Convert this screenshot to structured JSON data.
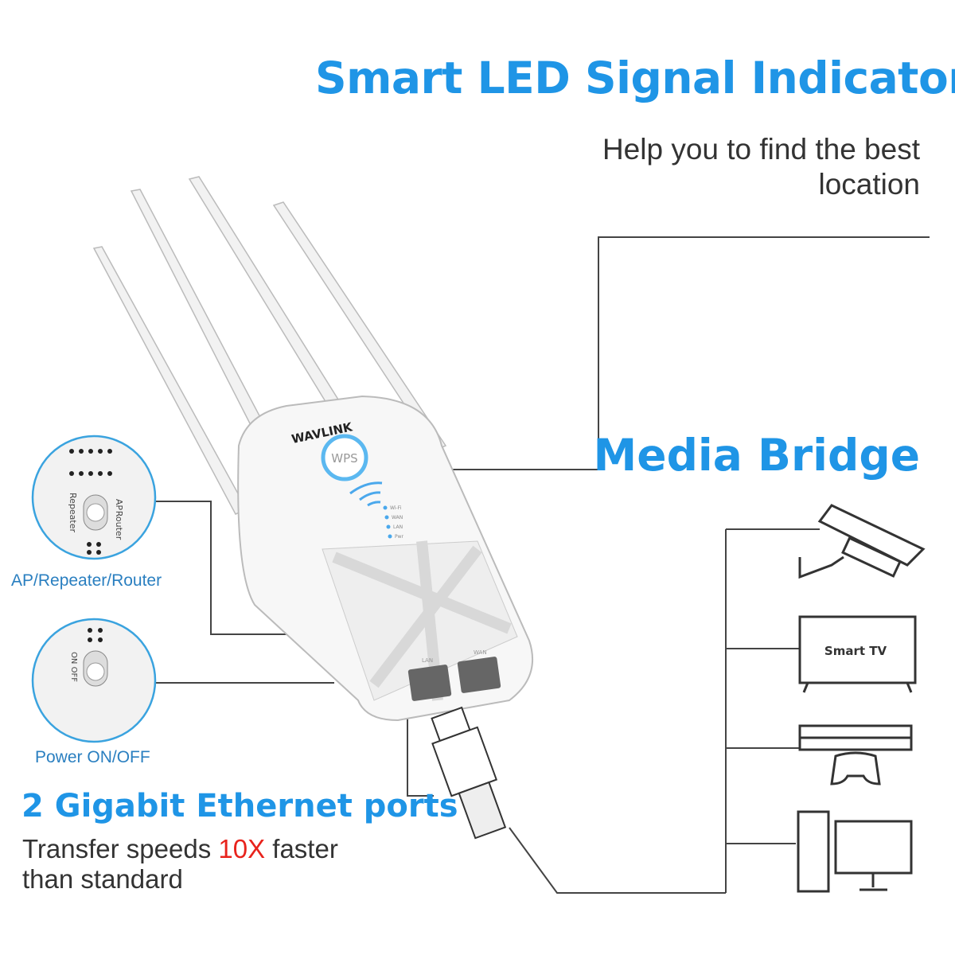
{
  "headline_led": "Smart LED Signal Indicator",
  "led_sub_line1": "Help you to find the best",
  "led_sub_line2": "location",
  "headline_bridge": "Media Bridge",
  "mode_switch_label": "AP/Repeater/Router",
  "power_label": "Power ON/OFF",
  "headline_ethernet": "2 Gigabit Ethernet ports",
  "ethernet_sub_pre": "Transfer speeds ",
  "ethernet_sub_highlight": "10X",
  "ethernet_sub_post": " faster",
  "ethernet_sub_line2": "than standard",
  "device": {
    "brand": "WAVLINK",
    "wps": "WPS",
    "leds": [
      "Wi-Fi",
      "WAN",
      "LAN",
      "Pwr"
    ],
    "port_lan": "LAN",
    "port_wan": "WAN"
  },
  "switch_mode": {
    "left": "Repeater",
    "right_top": "AP",
    "right_bottom": "Router"
  },
  "switch_power": "ON OFF",
  "tv_label": "Smart TV",
  "colors": {
    "accent": "#1f95e6",
    "highlight": "#e8231c",
    "text": "#333333"
  }
}
